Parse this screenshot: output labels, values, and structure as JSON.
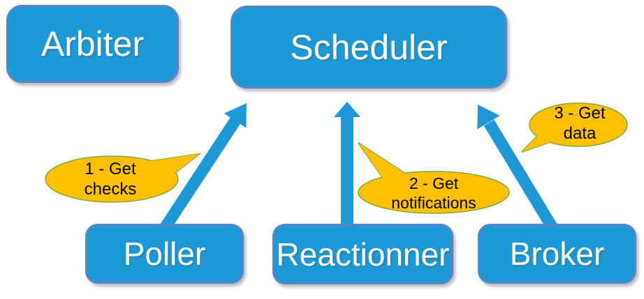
{
  "colors": {
    "background": "#FFFFFF",
    "node_fill": "#1B9AD7",
    "node_border": "#5B84C4",
    "node_text": "#FFFFFF",
    "arrow": "#2098D8",
    "callout_fill": "#FFC000",
    "callout_border": "#7CA83D",
    "callout_text": "#000000"
  },
  "nodes": [
    {
      "id": "arbiter",
      "label": "Arbiter"
    },
    {
      "id": "scheduler",
      "label": "Scheduler"
    },
    {
      "id": "poller",
      "label": "Poller"
    },
    {
      "id": "reactionner",
      "label": "Reactionner"
    },
    {
      "id": "broker",
      "label": "Broker"
    }
  ],
  "callouts": [
    {
      "id": "callout-1",
      "line1": "1 - Get",
      "line2": "checks",
      "points_to": "arrow from Poller to Scheduler"
    },
    {
      "id": "callout-2",
      "line1": "2 - Get",
      "line2": "notifications",
      "points_to": "arrow from Reactionner to Scheduler"
    },
    {
      "id": "callout-3",
      "line1": "3 - Get",
      "line2": "data",
      "points_to": "arrow from Broker to Scheduler"
    }
  ],
  "arrows": [
    {
      "from": "Poller",
      "to": "Scheduler",
      "label": "1 - Get checks"
    },
    {
      "from": "Reactionner",
      "to": "Scheduler",
      "label": "2 - Get notifications"
    },
    {
      "from": "Broker",
      "to": "Scheduler",
      "label": "3 - Get data"
    }
  ]
}
